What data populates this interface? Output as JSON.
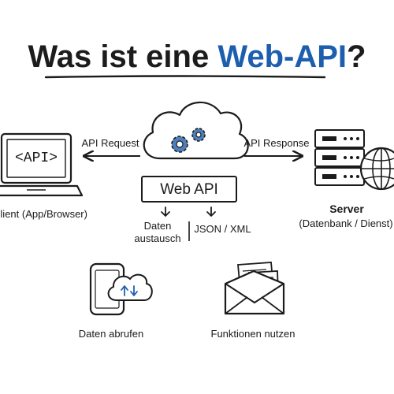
{
  "title": {
    "prefix": "Was ist eine ",
    "highlight": "Web-API",
    "suffix": "?"
  },
  "diagram": {
    "api_request_label": "API Request",
    "api_response_label": "API Response",
    "web_api_label": "Web API",
    "laptop_screen_text": "<API>",
    "client_label": "Client (App/Browser)",
    "server_label": "Server",
    "server_sublabel": "(Datenbank / Dienst)",
    "exchange_label_line1": "Daten",
    "exchange_label_line2": "austausch",
    "format_label": "JSON / XML",
    "fetch_data_label": "Daten abrufen",
    "use_functions_label": "Funktionen nutzen"
  },
  "colors": {
    "ink": "#1b1b1b",
    "accent_blue": "#1d5fae",
    "gear_blue": "#4f7fb8"
  }
}
